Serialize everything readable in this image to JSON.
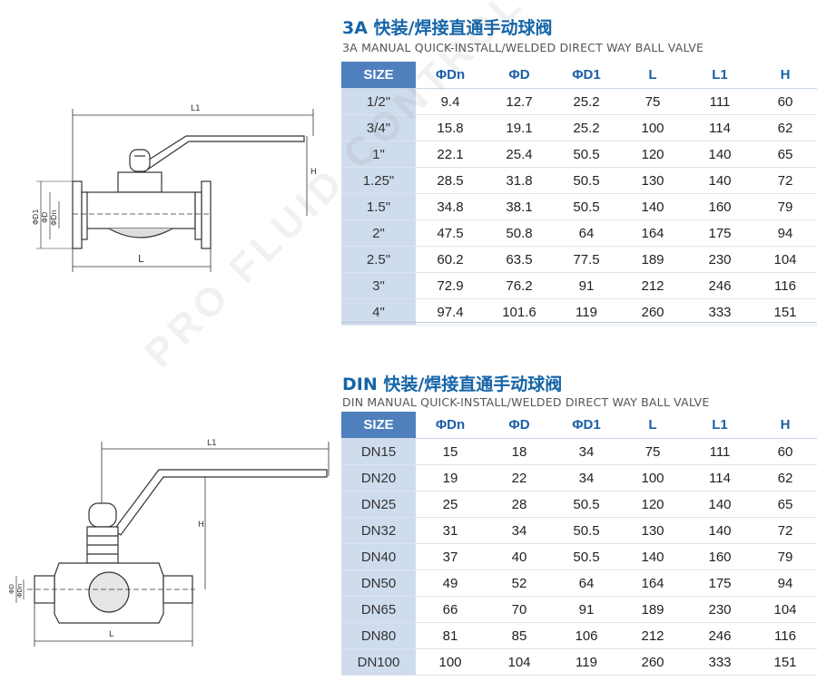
{
  "watermark": "PRO FLUID CONTROL CO LIMITED",
  "colors": {
    "title": "#1565a8",
    "header_size_bg": "#4f7fbd",
    "size_col_bg": "#cfdcee",
    "header_text": "#1d5fa8"
  },
  "sections": [
    {
      "title_cn": "3A 快装/焊接直通手动球阀",
      "title_en": "3A MANUAL QUICK-INSTALL/WELDED DIRECT WAY BALL VALVE",
      "headers": [
        "SIZE",
        "ΦDn",
        "ΦD",
        "ΦD1",
        "L",
        "L1",
        "H"
      ],
      "rows": [
        [
          "1/2\"",
          "9.4",
          "12.7",
          "25.2",
          "75",
          "111",
          "60"
        ],
        [
          "3/4\"",
          "15.8",
          "19.1",
          "25.2",
          "100",
          "114",
          "62"
        ],
        [
          "1\"",
          "22.1",
          "25.4",
          "50.5",
          "120",
          "140",
          "65"
        ],
        [
          "1.25\"",
          "28.5",
          "31.8",
          "50.5",
          "130",
          "140",
          "72"
        ],
        [
          "1.5\"",
          "34.8",
          "38.1",
          "50.5",
          "140",
          "160",
          "79"
        ],
        [
          "2\"",
          "47.5",
          "50.8",
          "64",
          "164",
          "175",
          "94"
        ],
        [
          "2.5\"",
          "60.2",
          "63.5",
          "77.5",
          "189",
          "230",
          "104"
        ],
        [
          "3\"",
          "72.9",
          "76.2",
          "91",
          "212",
          "246",
          "116"
        ],
        [
          "4\"",
          "97.4",
          "101.6",
          "119",
          "260",
          "333",
          "151"
        ]
      ],
      "drawing_labels": {
        "l1": "L1",
        "h": "H",
        "l": "L",
        "d1": "ΦD1",
        "d": "ΦD",
        "dn": "ΦDn"
      }
    },
    {
      "title_cn": "DIN 快装/焊接直通手动球阀",
      "title_en": "DIN MANUAL QUICK-INSTALL/WELDED DIRECT WAY BALL VALVE",
      "headers": [
        "SIZE",
        "ΦDn",
        "ΦD",
        "ΦD1",
        "L",
        "L1",
        "H"
      ],
      "rows": [
        [
          "DN15",
          "15",
          "18",
          "34",
          "75",
          "111",
          "60"
        ],
        [
          "DN20",
          "19",
          "22",
          "34",
          "100",
          "114",
          "62"
        ],
        [
          "DN25",
          "25",
          "28",
          "50.5",
          "120",
          "140",
          "65"
        ],
        [
          "DN32",
          "31",
          "34",
          "50.5",
          "130",
          "140",
          "72"
        ],
        [
          "DN40",
          "37",
          "40",
          "50.5",
          "140",
          "160",
          "79"
        ],
        [
          "DN50",
          "49",
          "52",
          "64",
          "164",
          "175",
          "94"
        ],
        [
          "DN65",
          "66",
          "70",
          "91",
          "189",
          "230",
          "104"
        ],
        [
          "DN80",
          "81",
          "85",
          "106",
          "212",
          "246",
          "116"
        ],
        [
          "DN100",
          "100",
          "104",
          "119",
          "260",
          "333",
          "151"
        ]
      ],
      "drawing_labels": {
        "l1": "L1",
        "h": "H",
        "l": "L",
        "d": "ΦD",
        "dn": "ΦDn"
      }
    }
  ]
}
